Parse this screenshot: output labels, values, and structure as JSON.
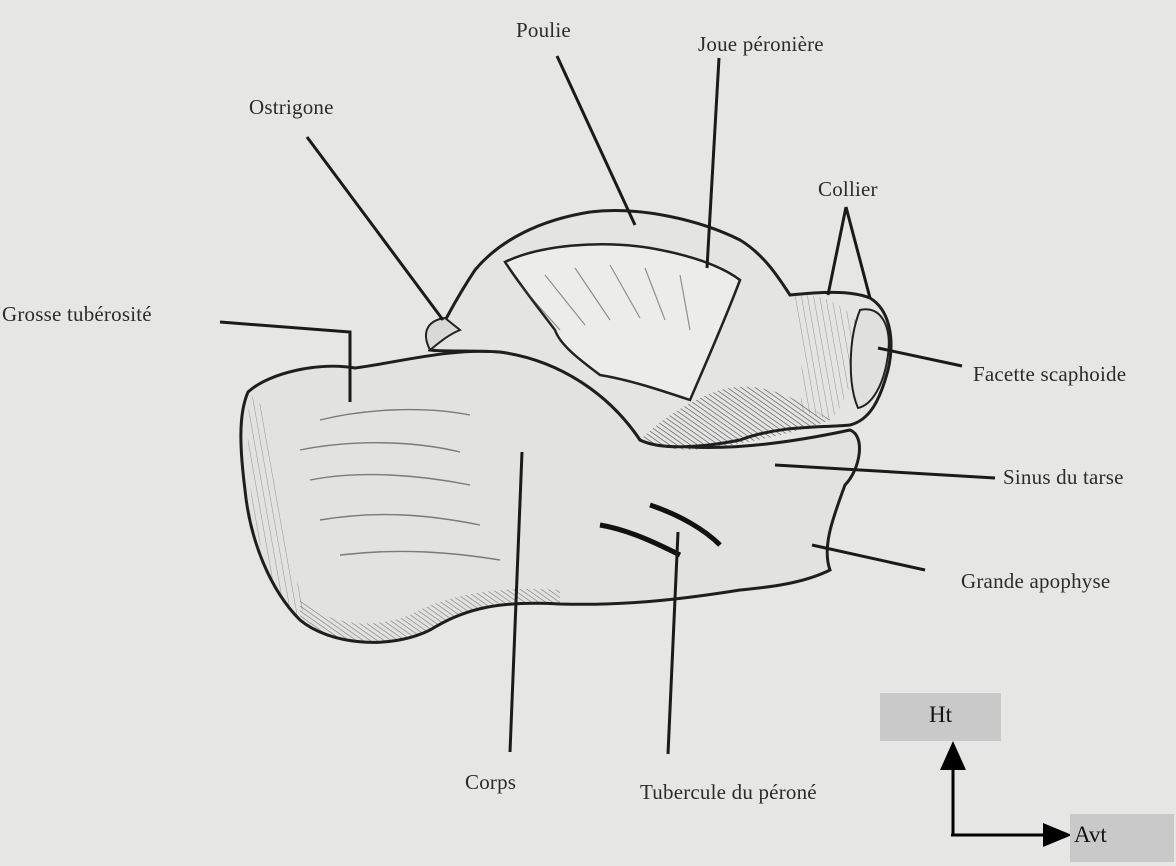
{
  "labels": {
    "poulie": "Poulie",
    "joue_peroniere": "Joue péronière",
    "ostrigone": "Ostrigone",
    "collier": "Collier",
    "grosse_tuberosite": "Grosse tubérosité",
    "facette_scaphoide": "Facette scaphoide",
    "sinus_du_tarse": "Sinus du tarse",
    "grande_apophyse": "Grande apophyse",
    "corps": "Corps",
    "tubercule_du_perone": "Tubercule du péroné"
  },
  "orientation": {
    "up_label": "Ht",
    "forward_label": "Avt"
  },
  "colors": {
    "background": "#e6e7e5",
    "ink": "#2b2b2b",
    "label_box": "#c9c9c9"
  }
}
